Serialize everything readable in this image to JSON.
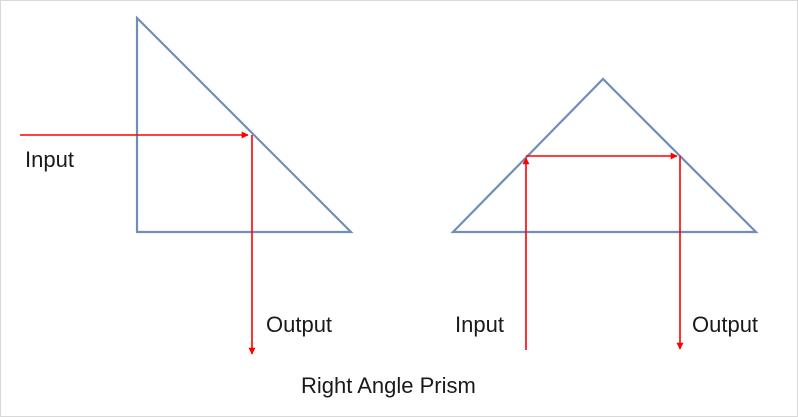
{
  "caption": "Right Angle Prism",
  "left_diagram": {
    "input_label": "Input",
    "output_label": "Output"
  },
  "right_diagram": {
    "input_label": "Input",
    "output_label": "Output"
  },
  "colors": {
    "prism_stroke": "#6f8fb8",
    "ray": "#ff0000",
    "text": "#1a1a1a",
    "border": "#d9d9d9"
  }
}
